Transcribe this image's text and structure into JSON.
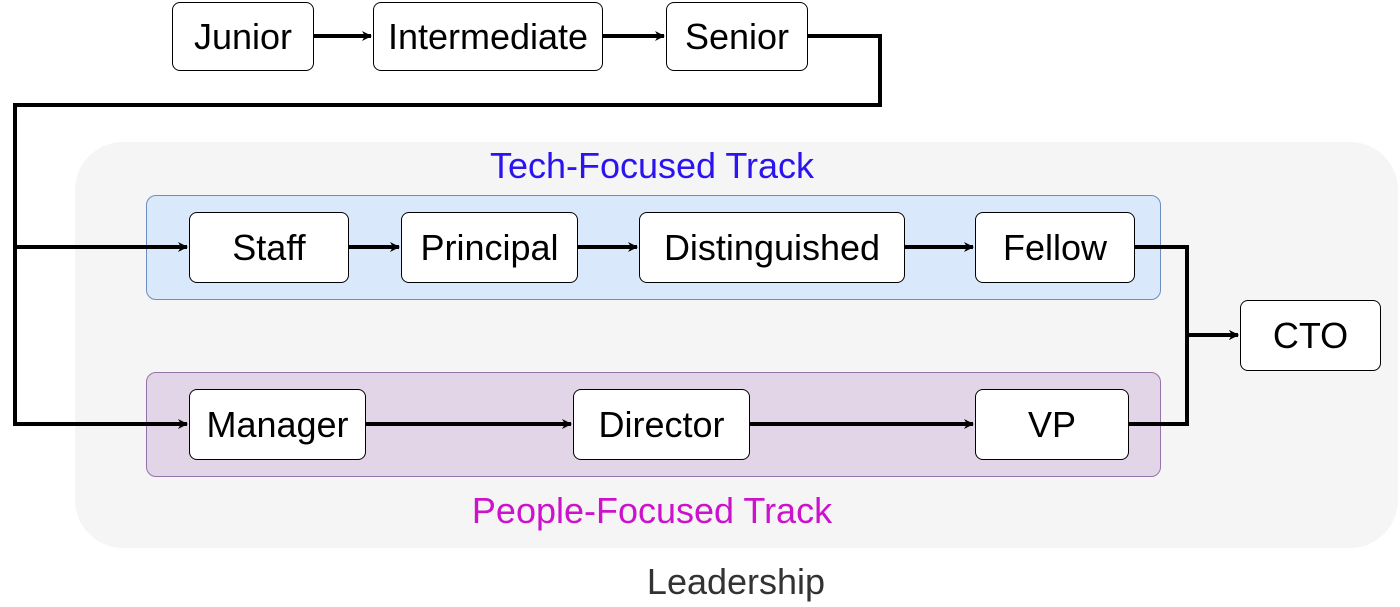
{
  "colors": {
    "leadership_fill": "#f5f5f5",
    "tech_fill": "#dae8fc",
    "tech_stroke": "#6c8ebf",
    "people_fill": "#e1d5e7",
    "people_stroke": "#9673a6",
    "tech_title": "#2b14f0",
    "people_title": "#cc12cc",
    "leadership_title": "#333333",
    "edge": "#000000"
  },
  "nodes": {
    "junior": "Junior",
    "intermediate": "Intermediate",
    "senior": "Senior",
    "staff": "Staff",
    "principal": "Principal",
    "distinguished": "Distinguished",
    "fellow": "Fellow",
    "manager": "Manager",
    "director": "Director",
    "vp": "VP",
    "cto": "CTO"
  },
  "labels": {
    "tech_track": "Tech-Focused Track",
    "people_track": "People-Focused Track",
    "leadership": "Leadership"
  },
  "edges": [
    {
      "from": "junior",
      "to": "intermediate"
    },
    {
      "from": "intermediate",
      "to": "senior"
    },
    {
      "from": "senior",
      "to": "staff"
    },
    {
      "from": "senior",
      "to": "manager"
    },
    {
      "from": "staff",
      "to": "principal"
    },
    {
      "from": "principal",
      "to": "distinguished"
    },
    {
      "from": "distinguished",
      "to": "fellow"
    },
    {
      "from": "manager",
      "to": "director"
    },
    {
      "from": "director",
      "to": "vp"
    },
    {
      "from": "fellow",
      "to": "cto"
    },
    {
      "from": "vp",
      "to": "cto"
    }
  ]
}
